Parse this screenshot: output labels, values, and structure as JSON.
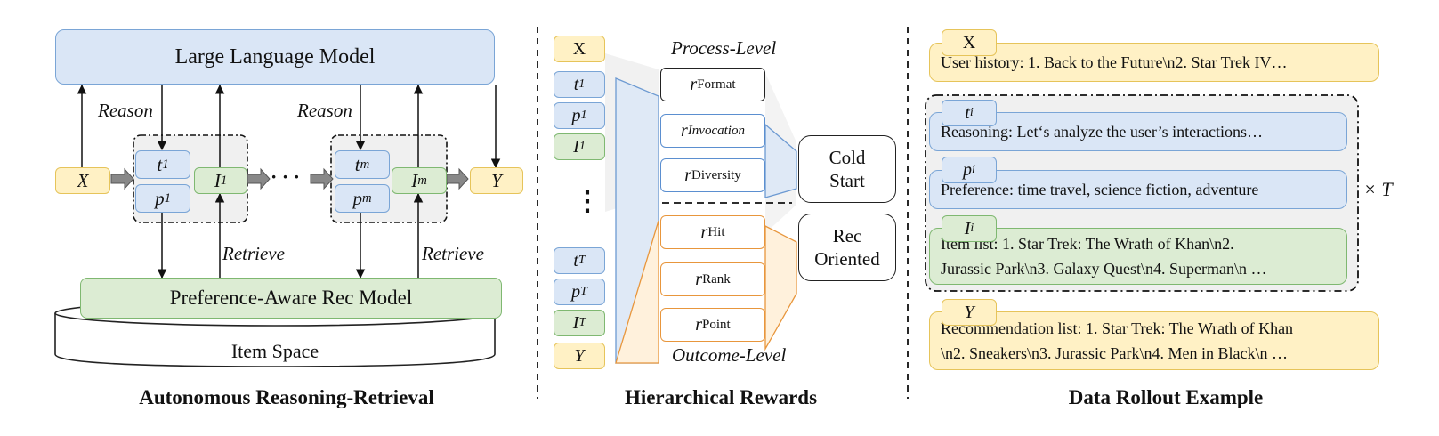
{
  "left": {
    "llm_label": "Large Language Model",
    "rec_model_label": "Preference-Aware Rec Model",
    "item_space_label": "Item Space",
    "reason_label": "Reason",
    "retrieve_label": "Retrieve",
    "x": "X",
    "y": "Y",
    "t1": "t",
    "t1_sub": "1",
    "p1": "p",
    "p1_sub": "1",
    "i1": "I",
    "i1_sub": "1",
    "tm": "t",
    "tm_sub": "m",
    "pm": "p",
    "pm_sub": "m",
    "im": "I",
    "im_sub": "m",
    "dots": "· · ·",
    "caption": "Autonomous Reasoning-Retrieval"
  },
  "middle": {
    "seq": [
      {
        "sym": "X",
        "sub": "",
        "kind": "yellow",
        "plain": true
      },
      {
        "sym": "t",
        "sub": "1",
        "kind": "blue"
      },
      {
        "sym": "p",
        "sub": "1",
        "kind": "blue"
      },
      {
        "sym": "I",
        "sub": "1",
        "kind": "green"
      },
      {
        "sym": "t",
        "sub": "T",
        "kind": "blue"
      },
      {
        "sym": "p",
        "sub": "T",
        "kind": "blue"
      },
      {
        "sym": "I",
        "sub": "T",
        "kind": "green"
      },
      {
        "sym": "Y",
        "sub": "",
        "kind": "yellow"
      }
    ],
    "vdots": "⋮",
    "process_level": "Process-Level",
    "outcome_level": "Outcome-Level",
    "process_rewards": [
      {
        "r": "r",
        "sub": "Format"
      },
      {
        "r": "r",
        "sub": "Invocation",
        "italic_sub": true
      },
      {
        "r": "r",
        "sub": "Diversity"
      }
    ],
    "outcome_rewards": [
      {
        "r": "r",
        "sub": "Hit"
      },
      {
        "r": "r",
        "sub": "Rank"
      },
      {
        "r": "r",
        "sub": "Point"
      }
    ],
    "cold_start_1": "Cold",
    "cold_start_2": "Start",
    "rec_oriented_1": "Rec",
    "rec_oriented_2": "Oriented",
    "caption": "Hierarchical Rewards"
  },
  "right": {
    "x_tag": "X",
    "x_text": "User history: 1. Back to the Future\\n2. Star Trek IV…",
    "t_tag": "t",
    "t_sub": "i",
    "t_text": "Reasoning: Let‘s analyze the user’s interactions…",
    "p_tag": "p",
    "p_sub": "i",
    "p_text": "Preference: time travel, science fiction, adventure",
    "i_tag": "I",
    "i_sub": "i",
    "i_text_1": "Item list: 1. Star Trek: The Wrath of Khan\\n2.",
    "i_text_2": "Jurassic Park\\n3. Galaxy Quest\\n4. Superman\\n …",
    "times_t": "× T",
    "y_tag": "Y",
    "y_text_1": "Recommendation list: 1. Star Trek: The Wrath of Khan",
    "y_text_2": "\\n2. Sneakers\\n3. Jurassic Park\\n4. Men in Black\\n …",
    "caption": "Data Rollout Example"
  },
  "colors": {
    "blue_fill": "#dae6f6",
    "green_fill": "#dcecd3",
    "yellow_fill": "#fff1c5",
    "orange_stroke": "#e8963c",
    "blue_stroke": "#5b8fd0"
  }
}
